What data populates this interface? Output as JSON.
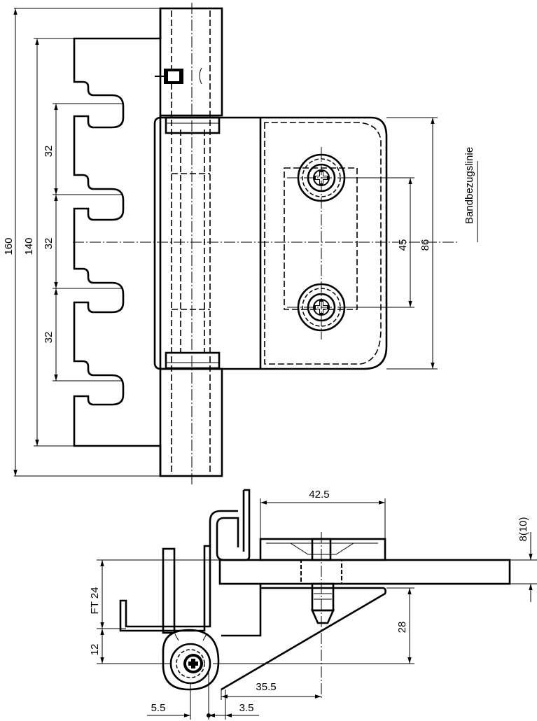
{
  "reference_line_label": "Bandbezugslinie",
  "front_view": {
    "overall_height": "160",
    "leaf_height": "140",
    "pitch_top": "32",
    "pitch_middle": "32",
    "pitch_bottom": "32",
    "plate_height": "86",
    "screw_spacing": "45"
  },
  "section_view": {
    "plate_width": "42.5",
    "plate_thickness": "8(10)",
    "rebate_depth": "FT 24",
    "knuckle_offset": "12",
    "arm_height": "28",
    "axis_to_screw": "35.5",
    "left_offset": "5.5",
    "right_offset": "3.5"
  }
}
